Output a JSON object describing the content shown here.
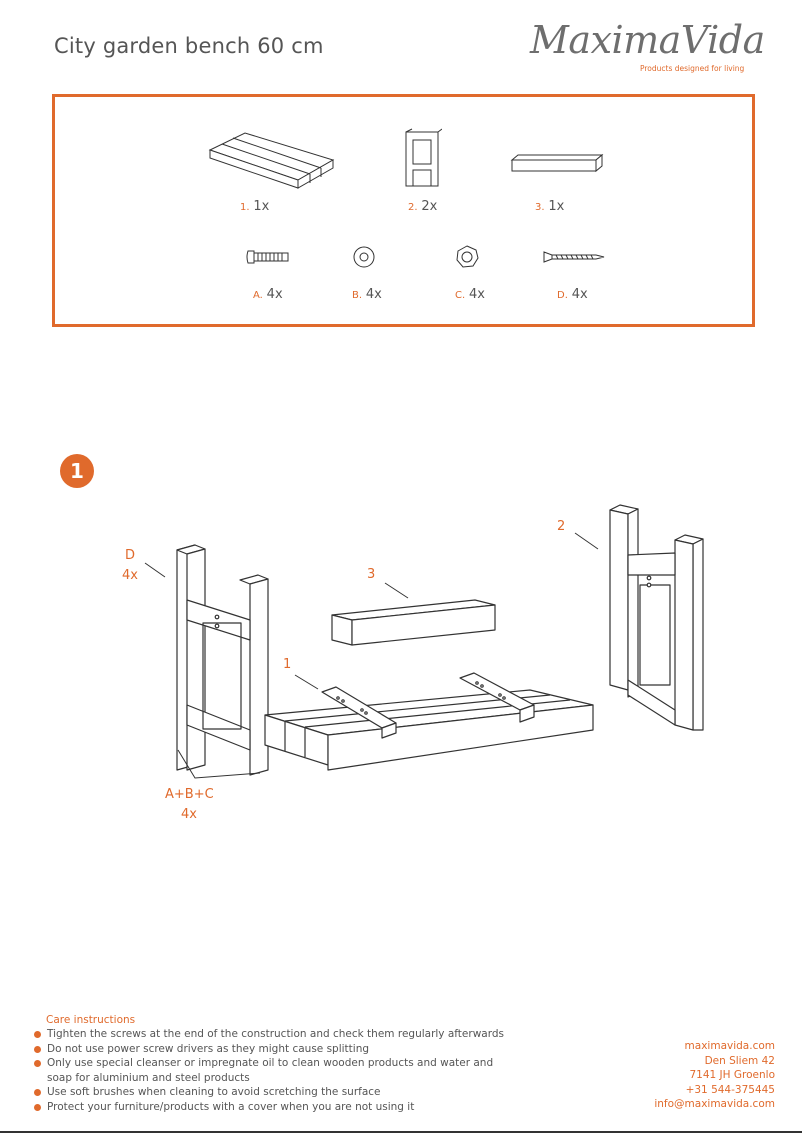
{
  "header": {
    "title": "City garden bench 60 cm",
    "logo": "MaximaVida",
    "tagline": "Products designed for living"
  },
  "parts": [
    {
      "num": "1.",
      "qty": "1x",
      "icon": "slatted-seat-icon"
    },
    {
      "num": "2.",
      "qty": "2x",
      "icon": "leg-frame-icon"
    },
    {
      "num": "3.",
      "qty": "1x",
      "icon": "beam-icon"
    }
  ],
  "hardware": [
    {
      "num": "A.",
      "qty": "4x",
      "icon": "bolt-icon"
    },
    {
      "num": "B.",
      "qty": "4x",
      "icon": "washer-icon"
    },
    {
      "num": "C.",
      "qty": "4x",
      "icon": "nut-icon"
    },
    {
      "num": "D.",
      "qty": "4x",
      "icon": "screw-icon"
    }
  ],
  "step": {
    "number": "1",
    "callouts": {
      "d_label": "D",
      "d_qty": "4x",
      "part2": "2",
      "part3": "3",
      "part1": "1",
      "abc_label": "A+B+C",
      "abc_qty": "4x"
    }
  },
  "care": {
    "title": "Care instructions",
    "items": [
      "Tighten the screws at the end of the construction and check them regularly afterwards",
      "Do not use power screw drivers as they might cause splitting",
      "Only use special cleanser or impregnate oil to clean wooden products and water and",
      "soap for aluminium and steel products",
      "Use soft brushes when cleaning to avoid scretching the surface",
      "Protect your furniture/products with a cover when you are not using it"
    ]
  },
  "contact": {
    "website": "maximavida.com",
    "street": "Den Sliem 42",
    "city": "7141 JH Groenlo",
    "phone": "+31 544-375445",
    "email": "info@maximavida.com"
  },
  "colors": {
    "accent": "#e06a2c",
    "text": "#555555",
    "line": "#333333"
  }
}
